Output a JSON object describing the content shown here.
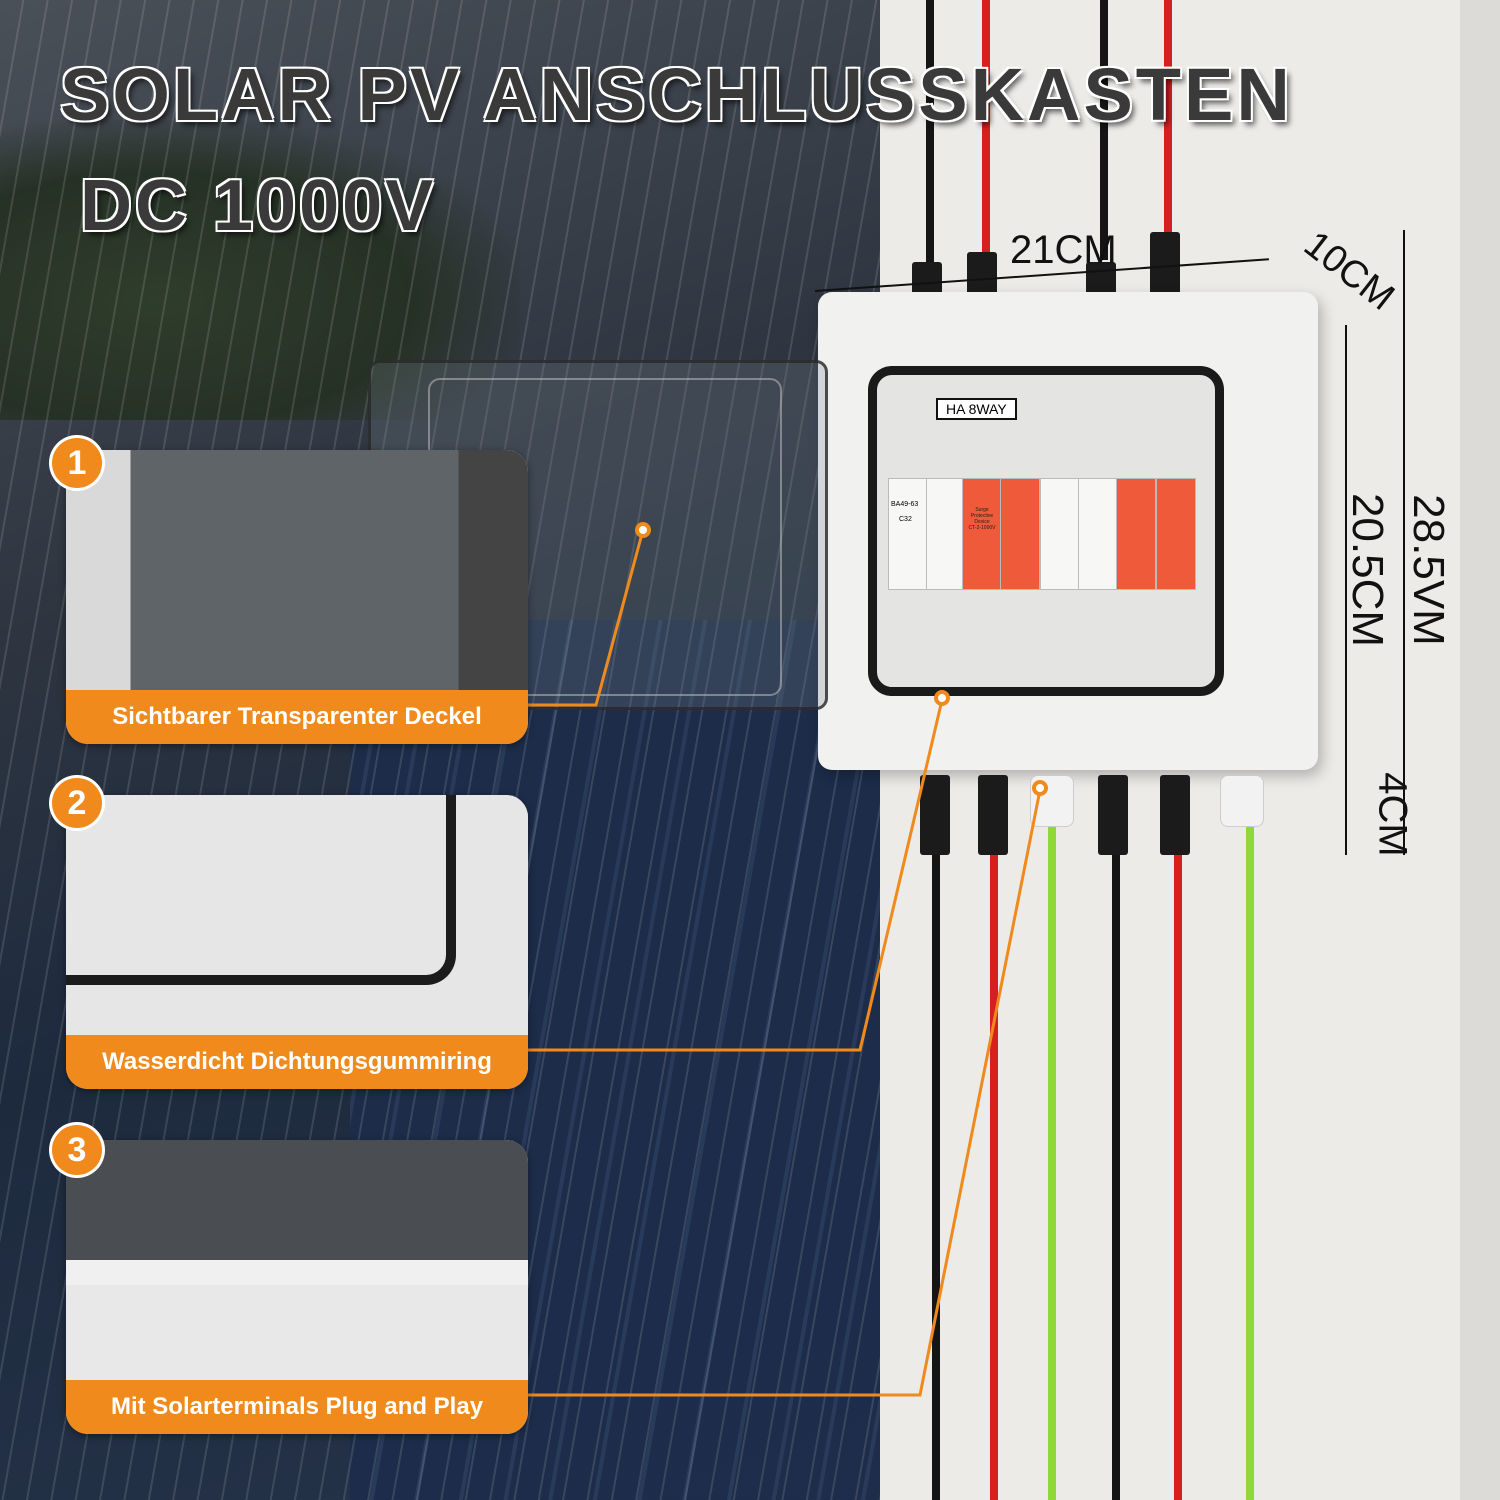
{
  "title": {
    "line1": "SOLAR PV ANSCHLUSSKASTEN",
    "line2": "DC 1000V"
  },
  "product": {
    "box_label": "HA 8WAY",
    "breaker_model": "BA49-63",
    "breaker_rating": "C32",
    "spd_label": "Surge Protective Device",
    "spd_model": "CT-2-1000V"
  },
  "dimensions": {
    "width": "21CM",
    "depth": "10CM",
    "box_height": "20.5CM",
    "total_height": "28.5VM",
    "gland_height": "4CM"
  },
  "features": [
    {
      "number": "1",
      "caption": "Sichtbarer Transparenter Deckel"
    },
    {
      "number": "2",
      "caption": "Wasserdicht Dichtungsgummiring"
    },
    {
      "number": "3",
      "caption": "Mit Solarterminals Plug and Play"
    }
  ],
  "colors": {
    "accent": "#f08a1c",
    "spd": "#ef5a3a",
    "wire_red": "#d42020",
    "wire_black": "#151515",
    "wire_green": "#8ed83a"
  }
}
